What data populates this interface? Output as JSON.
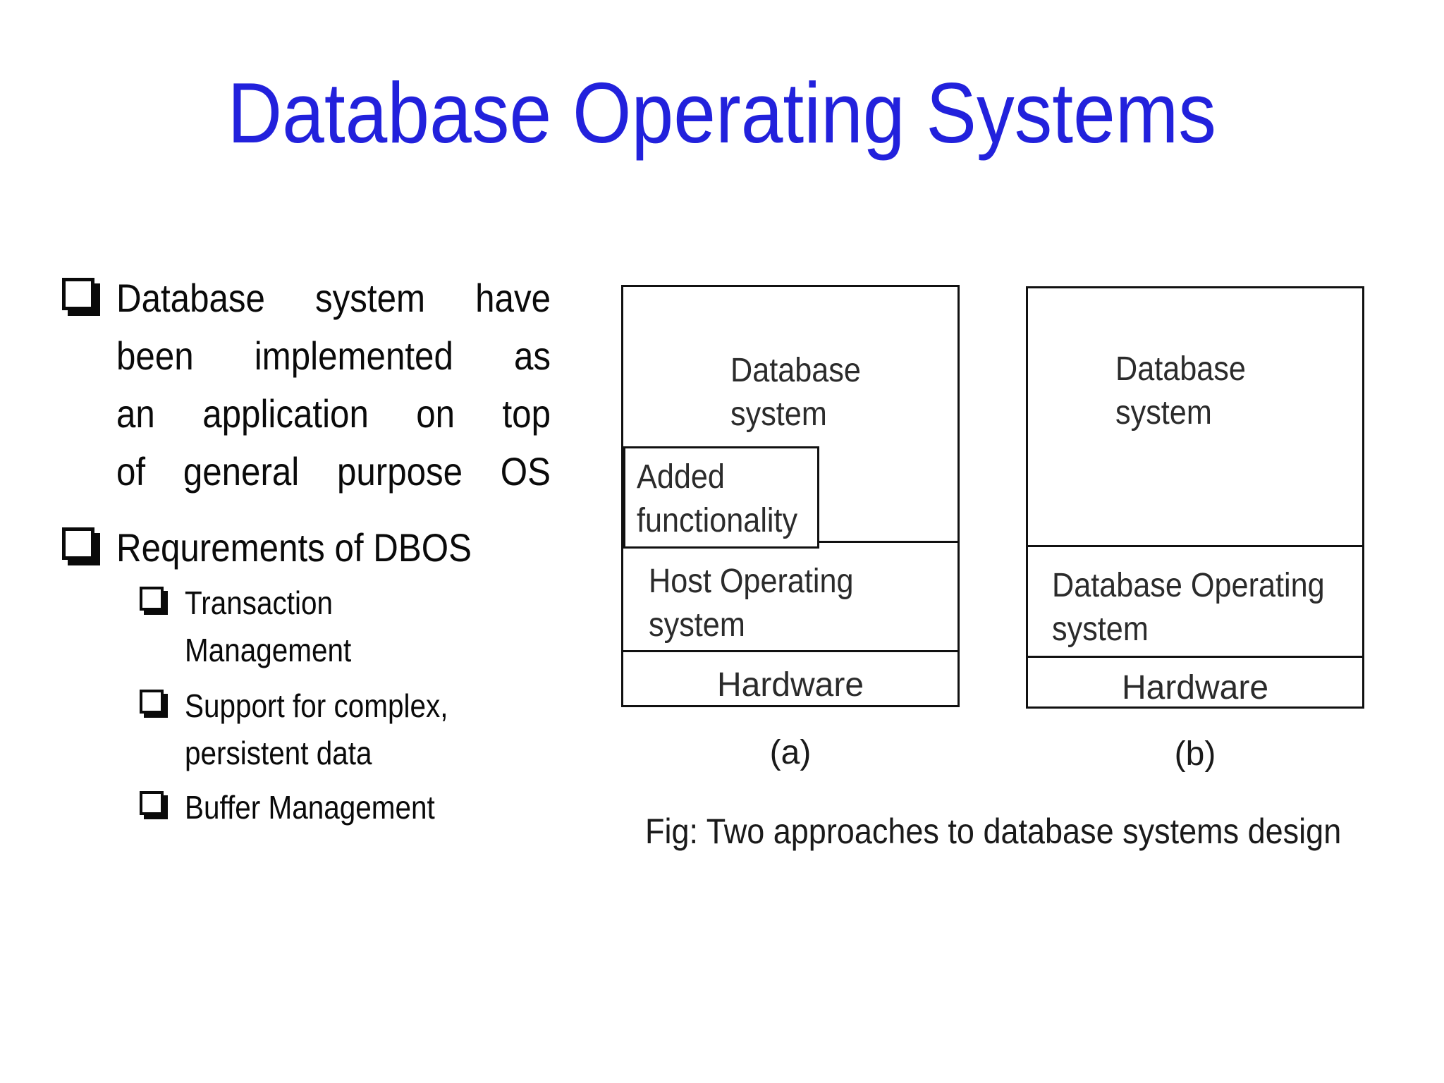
{
  "slide": {
    "title": "Database Operating Systems",
    "bullets": {
      "b1": {
        "lines": [
          "Database system have",
          "been implemented as",
          "an application on top",
          "of general purpose OS"
        ]
      },
      "b2": {
        "label": "Requrements of DBOS"
      },
      "sub": [
        {
          "lines": [
            "Transaction",
            "Management"
          ]
        },
        {
          "lines": [
            "Support for complex,",
            "persistent data"
          ]
        },
        {
          "lines": [
            "Buffer Management"
          ]
        }
      ]
    },
    "figure": {
      "diagram_a": {
        "database_system_line1": "Database",
        "database_system_line2": "system",
        "added_line1": "Added",
        "added_line2": "functionality",
        "os_line1": "Host Operating",
        "os_line2": "system",
        "hardware": "Hardware",
        "label": "(a)"
      },
      "diagram_b": {
        "database_system_line1": "Database",
        "database_system_line2": "system",
        "os_line1": "Database Operating",
        "os_line2": "system",
        "hardware": "Hardware",
        "label": "(b)"
      },
      "caption": "Fig: Two approaches to database systems design"
    },
    "colors": {
      "title": "#2221dc",
      "body_text": "#0a0a0a",
      "diagram_text": "#2b2b2b",
      "box_border": "#111111",
      "background": "#ffffff"
    }
  }
}
